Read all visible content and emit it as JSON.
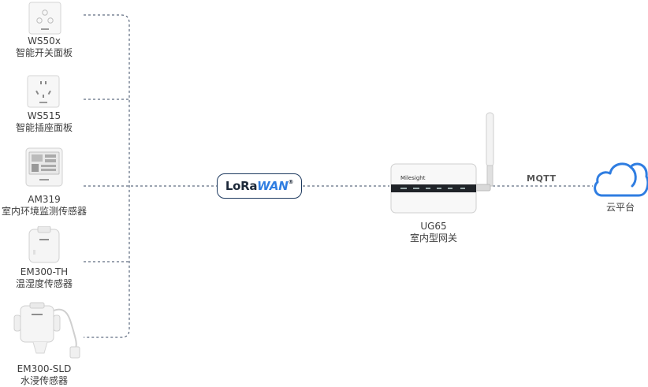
{
  "devices": [
    {
      "model": "WS50x",
      "desc": "智能开关面板",
      "icon": "wall-switch-icon"
    },
    {
      "model": "WS515",
      "desc": "智能插座面板",
      "icon": "wall-socket-icon"
    },
    {
      "model": "AM319",
      "desc": "室内环境监测传感器",
      "icon": "environment-monitor-icon"
    },
    {
      "model": "EM300-TH",
      "desc": "温湿度传感器",
      "icon": "temperature-humidity-sensor-icon"
    },
    {
      "model": "EM300-SLD",
      "desc": "水浸传感器",
      "icon": "water-leak-sensor-icon"
    }
  ],
  "protocol": {
    "lora": "LoRa",
    "wan": "WAN",
    "mark": "®"
  },
  "gateway": {
    "model": "UG65",
    "desc": "室内型网关",
    "brand": "Milesight"
  },
  "uplink": {
    "protocol": "MQTT"
  },
  "cloud": {
    "label": "云平台",
    "icon": "cloud-icon"
  },
  "colors": {
    "line": "#3a4a63",
    "cloud": "#2f7de1",
    "badge_border": "#1e3a5f"
  }
}
